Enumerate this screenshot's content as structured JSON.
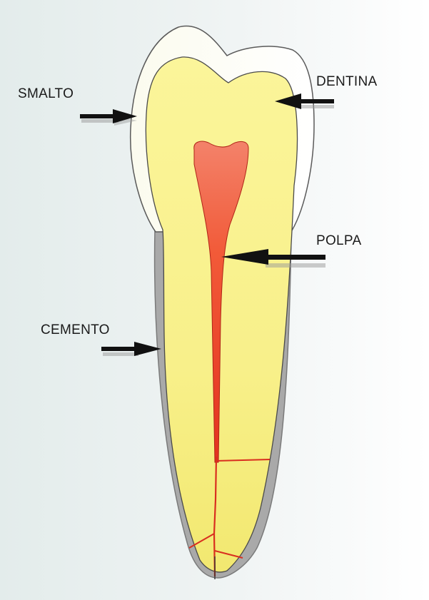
{
  "labels": {
    "smalto": "SMALTO",
    "dentina": "DENTINA",
    "polpa": "POLPA",
    "cemento": "CEMENTO"
  },
  "colors": {
    "enamel": "#fdfcef",
    "dentin": "#f8f08c",
    "cementum": "#a9a9a9",
    "pulp": "#f25c3a",
    "canal": "#d92e1f",
    "arrow": "#111111",
    "text": "#1a1a1a"
  }
}
